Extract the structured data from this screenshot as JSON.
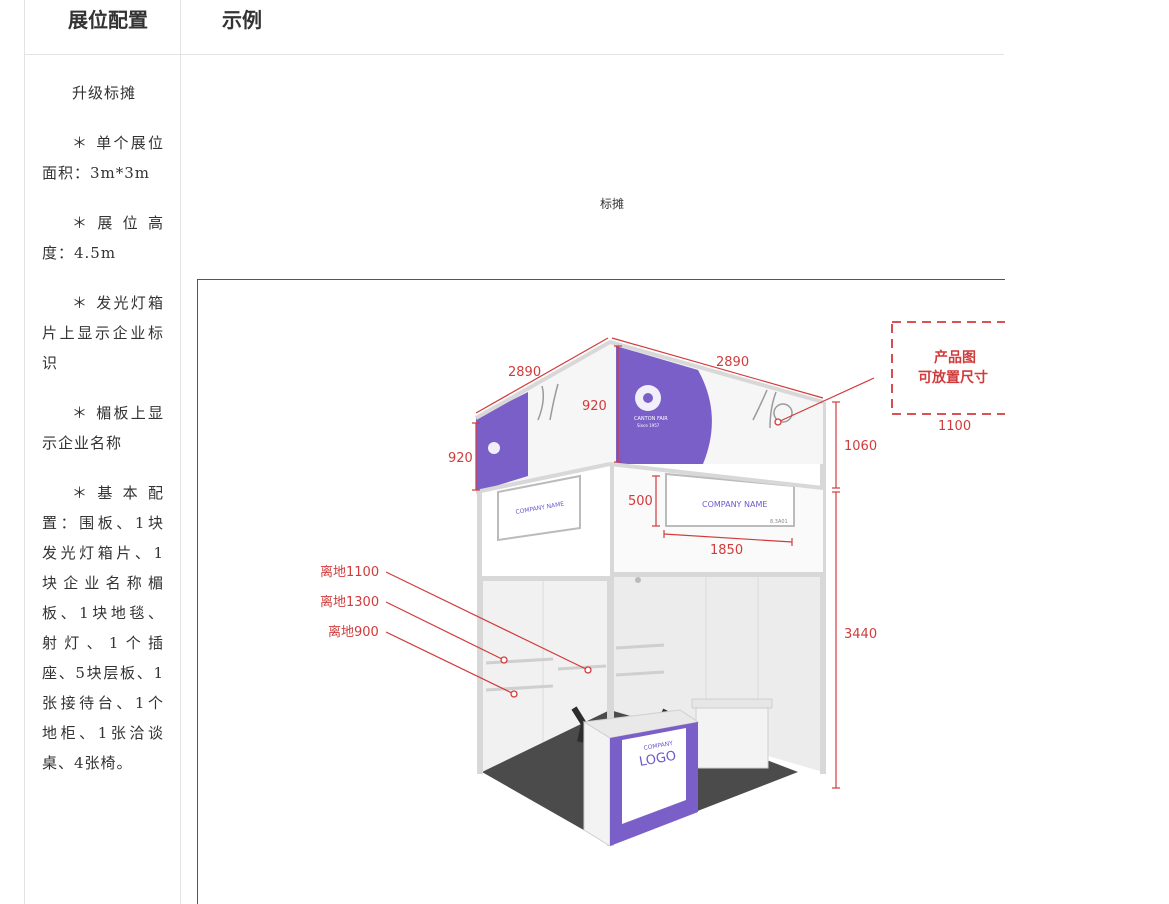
{
  "table": {
    "header": {
      "col1": "展位配置",
      "col2": "示例"
    }
  },
  "booth_config": {
    "name": "升级标摊",
    "items": [
      "＊ 单个展位面积：3m*3m",
      "＊ 展 位 高 度：4.5m",
      "＊ 发光灯箱片上显示企业标识",
      "＊ 楣板上显示企业名称",
      "＊ 基 本 配 置：围板、1块发光灯箱片、1块企业名称楣板、1块地毯、射灯、1个插座、5块层板、1张接待台、1个地柜、1张洽谈桌、4张椅。"
    ]
  },
  "example": {
    "caption": "标摊",
    "figure": {
      "dims": {
        "top_left_width": "2890",
        "top_right_width": "2890",
        "side_height_left": "920",
        "side_height_right": "920",
        "upper_height": "1060",
        "lower_height": "3440",
        "fascia_height": "500",
        "fascia_width": "1850",
        "product_box_width": "1100"
      },
      "product_box_label_line1": "产品图",
      "product_box_label_line2": "可放置尺寸",
      "shelf_labels": [
        "离地1100",
        "离地1300",
        "离地900"
      ],
      "lightbox_brand": "CANTON FAIR",
      "lightbox_tagline": "Since 1957",
      "fascia_company_name": "COMPANY NAME",
      "fascia_booth_no": "8.3A01",
      "counter_text_line1": "COMPANY",
      "counter_text_line2": "LOGO"
    },
    "colors": {
      "annotation_red": "#d23b3b",
      "brand_purple": "#6a5acd",
      "frame_gray": "#d8d8d8",
      "carpet": "#4b4b4b"
    }
  }
}
